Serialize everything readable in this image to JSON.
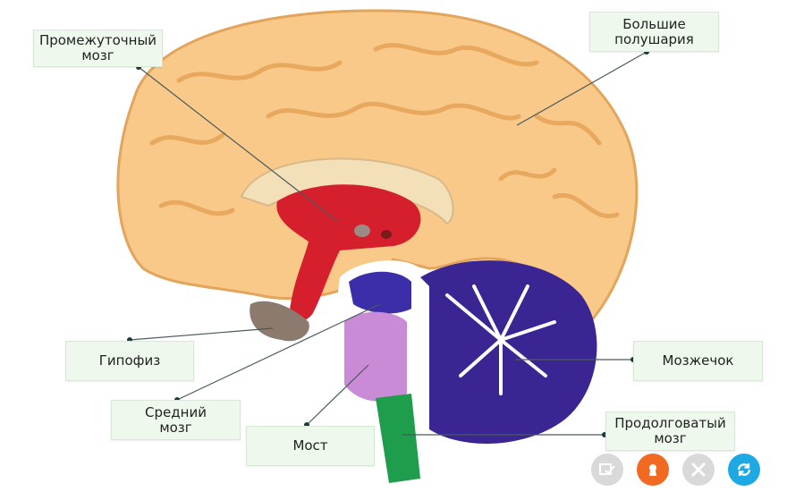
{
  "labels": {
    "diencephalon": "Промежуточный\nмозг",
    "cerebrum": "Большие\nполушария",
    "pituitary": "Гипофиз",
    "midbrain": "Средний\nмозг",
    "pons": "Мост",
    "cerebellum": "Мозжечок",
    "medulla": "Продолговатый\nмозг"
  },
  "colors": {
    "cortex": "#f9c98a",
    "cortex_dark": "#e9ac62",
    "diencephalon": "#d61f2c",
    "midbrain": "#3b2ea8",
    "pons": "#c98ad6",
    "cerebellum": "#3a2592",
    "medulla": "#1e9e4c",
    "pituitary": "#8c7a6e",
    "label_bg": "#eef8ec",
    "accent_orange": "#f26a21",
    "accent_blue": "#1fa9e4",
    "disabled_grey": "#d9d9d9"
  },
  "toolbar": {
    "check_icon": "check-icon",
    "hint_icon": "keyhole-icon",
    "clear_icon": "close-icon",
    "reset_icon": "refresh-icon"
  }
}
